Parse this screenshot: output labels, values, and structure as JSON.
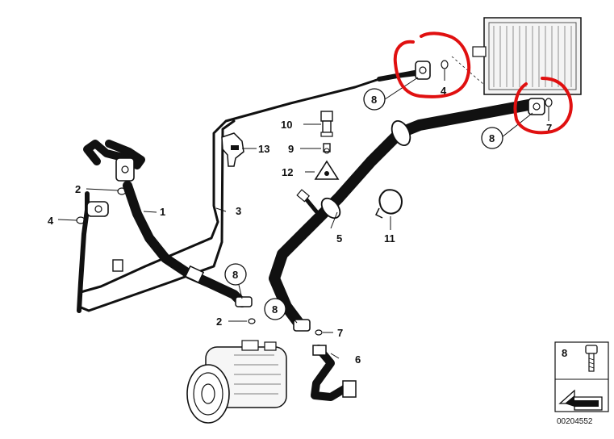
{
  "diagram": {
    "callouts": {
      "c1": "1",
      "c2a": "2",
      "c2b": "2",
      "c3": "3",
      "c4a": "4",
      "c4b": "4",
      "c5": "5",
      "c6": "6",
      "c7a": "7",
      "c7b": "7",
      "c8a": "8",
      "c8b": "8",
      "c8c": "8",
      "c8d": "8",
      "c9": "9",
      "c10": "10",
      "c11": "11",
      "c12": "12",
      "c13": "13"
    },
    "inset": {
      "label": "8"
    },
    "drawing_number": "00204552",
    "highlight_color": "#e01010"
  }
}
